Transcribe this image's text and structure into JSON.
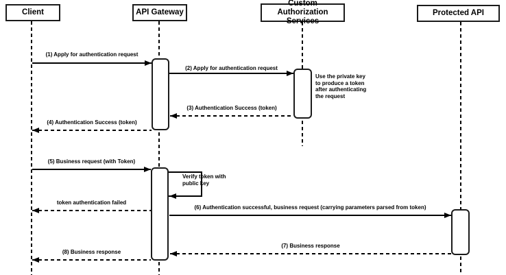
{
  "diagram": {
    "type": "sequence",
    "colors": {
      "line": "#000000",
      "background": "#ffffff",
      "box_fill": "#ffffff"
    },
    "actors": [
      {
        "name": "Client"
      },
      {
        "name": "API Gateway"
      },
      {
        "name": "Custom Authorization Services"
      },
      {
        "name": "Protected API"
      }
    ],
    "messages": [
      {
        "label": "(1) Apply for authentication request",
        "from": "Client",
        "to": "API Gateway",
        "style": "solid"
      },
      {
        "label": "(2) Apply for authentication request",
        "from": "API Gateway",
        "to": "Custom Authorization Services",
        "style": "solid"
      },
      {
        "label": "(3) Authentication Success (token)",
        "from": "Custom Authorization Services",
        "to": "API Gateway",
        "style": "dashed"
      },
      {
        "label": "(4) Authentication Success (token)",
        "from": "API Gateway",
        "to": "Client",
        "style": "dashed"
      },
      {
        "label": "(5) Business request (with Token)",
        "from": "Client",
        "to": "API Gateway",
        "style": "solid"
      },
      {
        "label": "Verify token with public key",
        "from": "API Gateway",
        "to": "API Gateway",
        "style": "self"
      },
      {
        "label": "token authentication failed",
        "from": "API Gateway",
        "to": "Client",
        "style": "dashed"
      },
      {
        "label": "(6) Authentication successful, business request (carrying parameters parsed from token)",
        "from": "API Gateway",
        "to": "Protected API",
        "style": "solid"
      },
      {
        "label": "(7) Business response",
        "from": "Protected API",
        "to": "API Gateway",
        "style": "dashed"
      },
      {
        "label": "(8) Business response",
        "from": "API Gateway",
        "to": "Client",
        "style": "dashed"
      }
    ],
    "note": "Use the private key to produce a token after authenticating the request"
  }
}
